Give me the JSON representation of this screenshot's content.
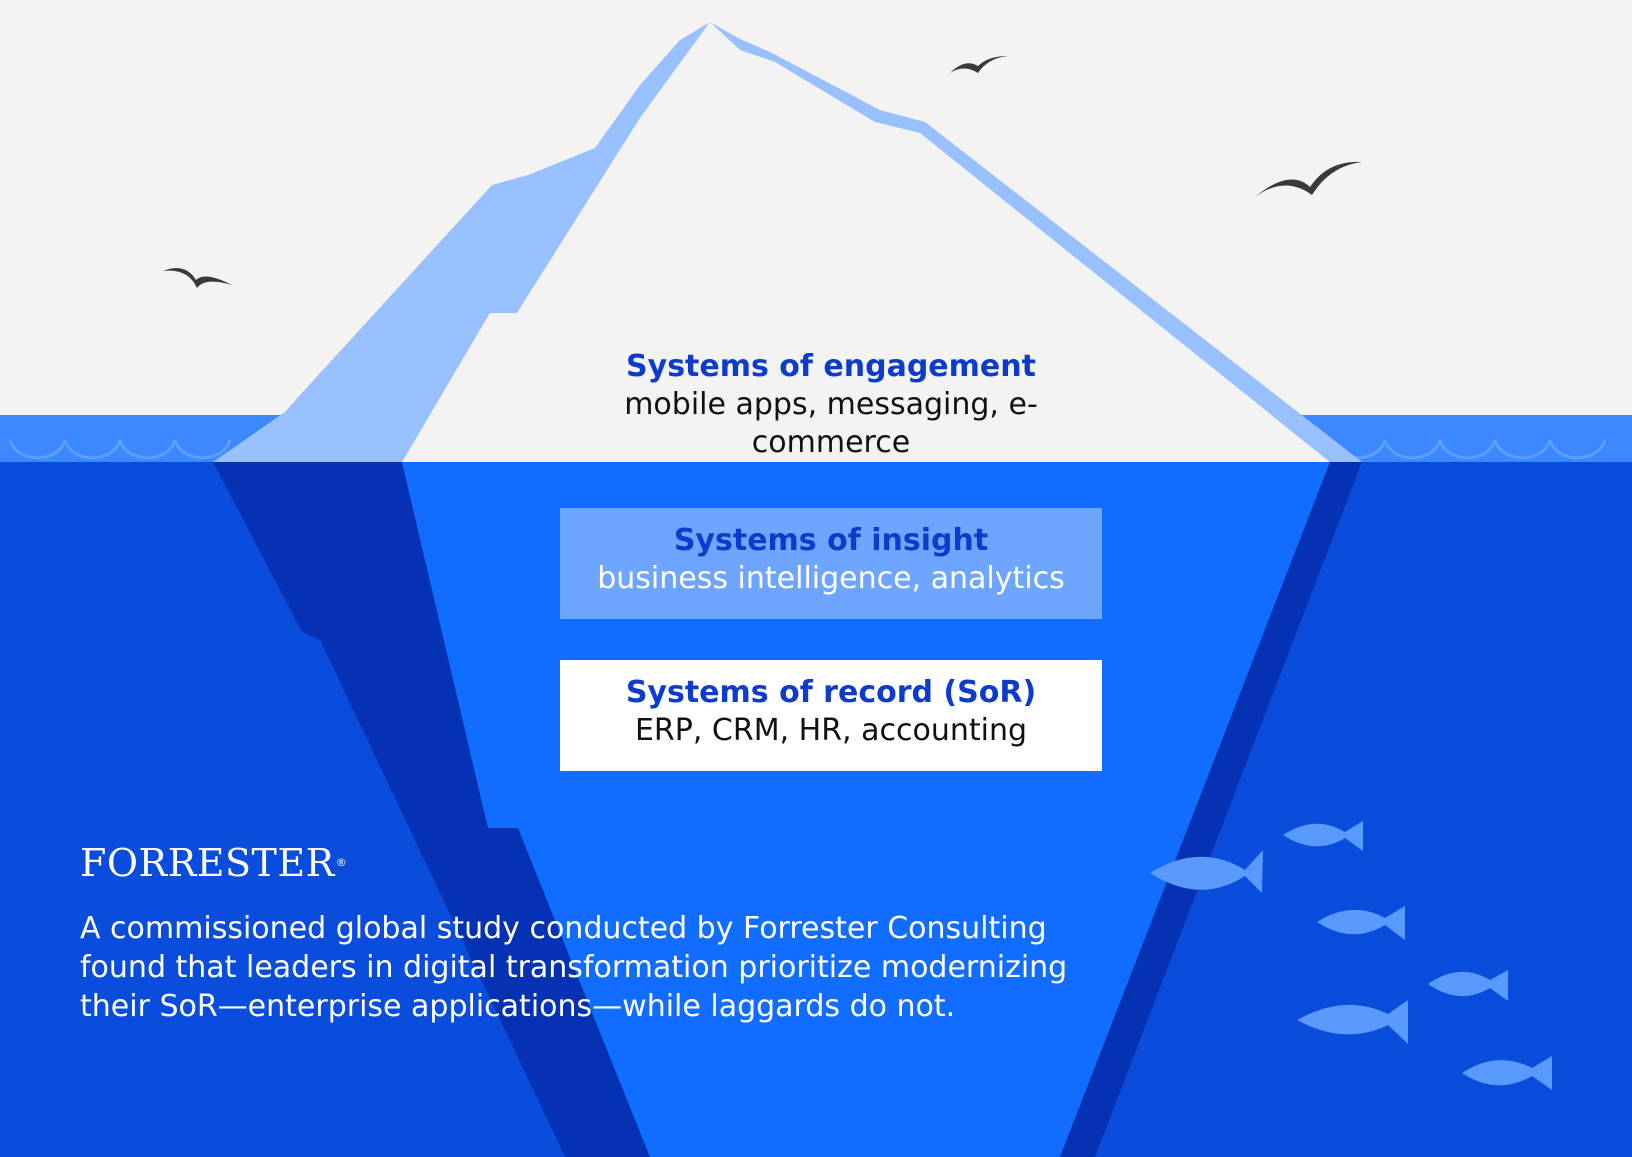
{
  "colors": {
    "sky": "#f5f3f1",
    "ocean": "#0a4ddd",
    "berg_under": "#116dff",
    "berg_under_shadow": "#0532b3",
    "berg_top": "#f3f3f3",
    "berg_highlight": "#9ac1ff",
    "wave": "#3b88ff",
    "fish": "#5a9aff",
    "bird": "#3a3a3a"
  },
  "layers": {
    "engagement": {
      "title": "Systems of engagement",
      "subtitle": "mobile apps, messaging, e-commerce"
    },
    "insight": {
      "title": "Systems of insight",
      "subtitle": "business intelligence, analytics"
    },
    "record": {
      "title": "Systems of record (SoR)",
      "subtitle": "ERP, CRM, HR, accounting"
    }
  },
  "brand": {
    "logo_text": "FORRESTER",
    "registered_mark": "®"
  },
  "caption": "A commissioned global study conducted by Forrester Consulting found that leaders in digital transformation prioritize modernizing their SoR—enterprise applications—while laggards do not.",
  "icons": {
    "bird": "bird-icon",
    "fish": "fish-icon"
  }
}
